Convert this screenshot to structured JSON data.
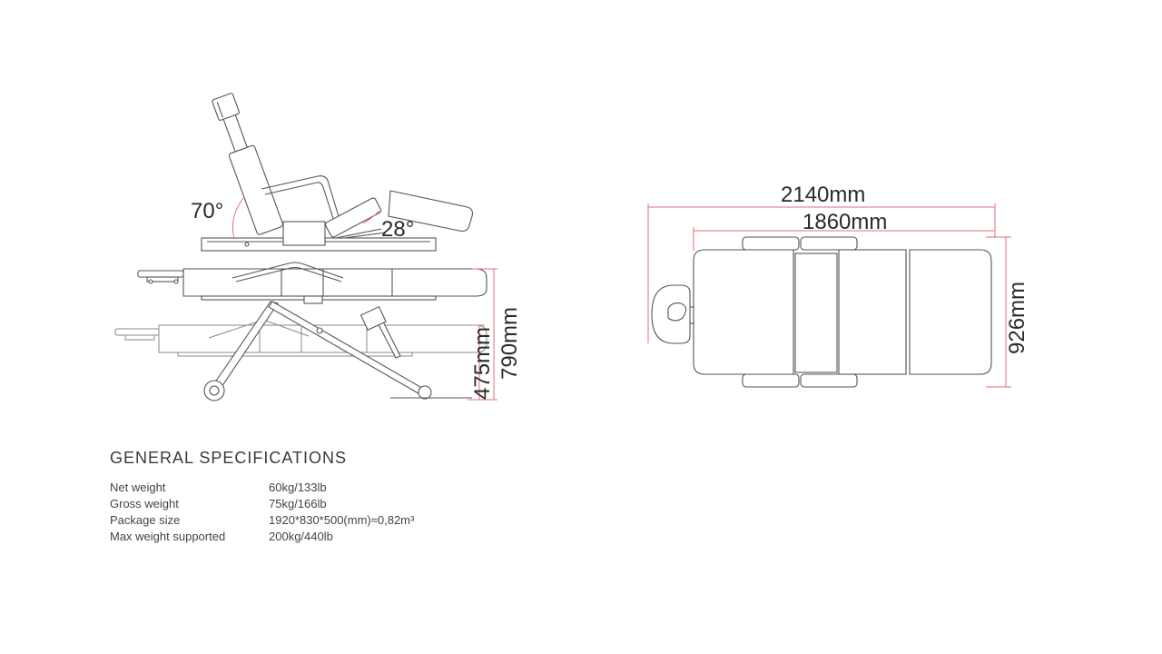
{
  "dimensions": {
    "angle_back": "70°",
    "angle_leg": "28°",
    "length_total": "2140mm",
    "length_body": "1860mm",
    "width_total": "926mm",
    "height_min": "475mm",
    "height_max": "790mm"
  },
  "specs": {
    "title": "GENERAL SPECIFICATIONS",
    "rows": [
      {
        "label": "Net weight",
        "value": "60kg/133lb"
      },
      {
        "label": "Gross weight",
        "value": "75kg/166lb"
      },
      {
        "label": "Package size",
        "value": "1920*830*500(mm)≈0,82m³"
      },
      {
        "label": "Max weight supported",
        "value": "200kg/440lb"
      }
    ]
  },
  "colors": {
    "line": "#555555",
    "dimension": "#e0707a",
    "text": "#333333"
  }
}
